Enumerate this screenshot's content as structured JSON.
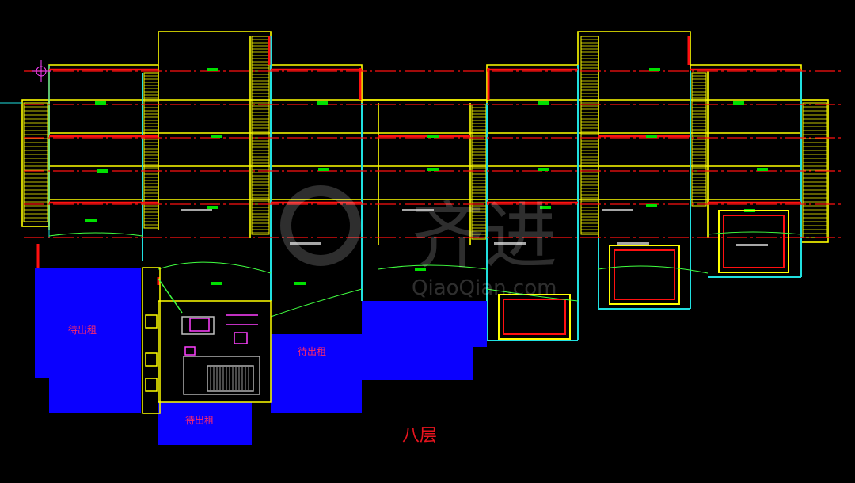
{
  "plan": {
    "floor_label": "八层",
    "vacant_unit_label": "待出租",
    "watermark": {
      "brand": "齐进",
      "url": "QiaoQian.com"
    },
    "colors": {
      "background": "#000000",
      "wall": "#ffff00",
      "gridline": "#ff1010",
      "column": "#ffd400",
      "partition": "#20e0e0",
      "room_tag": "#00e000",
      "vacant_unit_fill": "#0a00ff",
      "vacant_unit_text": "#ff2a6a",
      "floor_label": "#e8141e"
    }
  }
}
